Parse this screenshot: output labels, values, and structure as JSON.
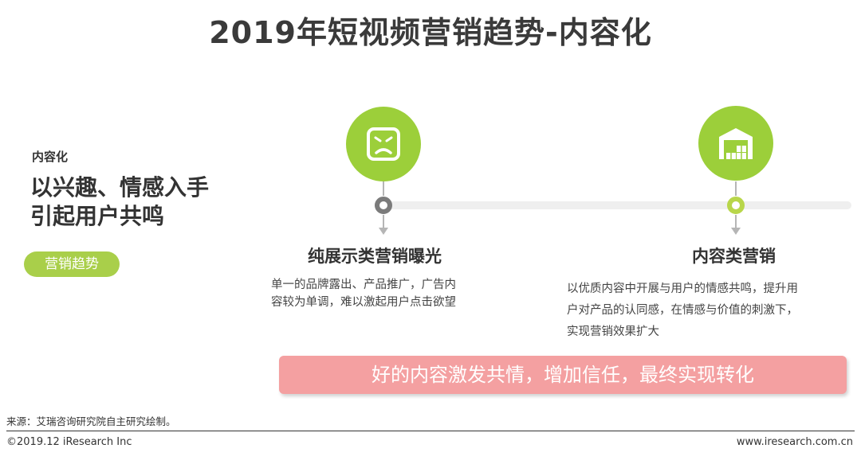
{
  "title": "2019年短视频营销趋势-内容化",
  "left_panel": {
    "tagline": "内容化",
    "headline_lines": [
      "以兴趣、情感入手",
      "引起用户共鸣"
    ],
    "badge": "营销趋势"
  },
  "timeline": {
    "left": {
      "icon": "sad-face-icon",
      "title": "纯展示类营销曝光",
      "desc_lines": [
        "单一的品牌露出、产品推广，广告内",
        "容较为单调，难以激起用户点击欲望"
      ]
    },
    "right": {
      "icon": "warehouse-icon",
      "title": "内容类营销",
      "desc_lines": [
        "以优质内容中开展与用户的情感共鸣，提升用",
        "户对产品的认同感，在情感与价值的刺激下，",
        "实现营销效果扩大"
      ]
    }
  },
  "banner": "好的内容激发共情，增加信任，最终实现转化",
  "footer": {
    "source": "来源：艾瑞咨询研究院自主研究绘制。",
    "copyright": "©2019.12 iResearch Inc",
    "website": "www.iresearch.com.cn"
  },
  "colors": {
    "accent_green": "#9ccf3a",
    "badge_green": "#a9cf4a",
    "banner_pink": "#f4a0a1",
    "node_gray": "#7b7b7b"
  }
}
